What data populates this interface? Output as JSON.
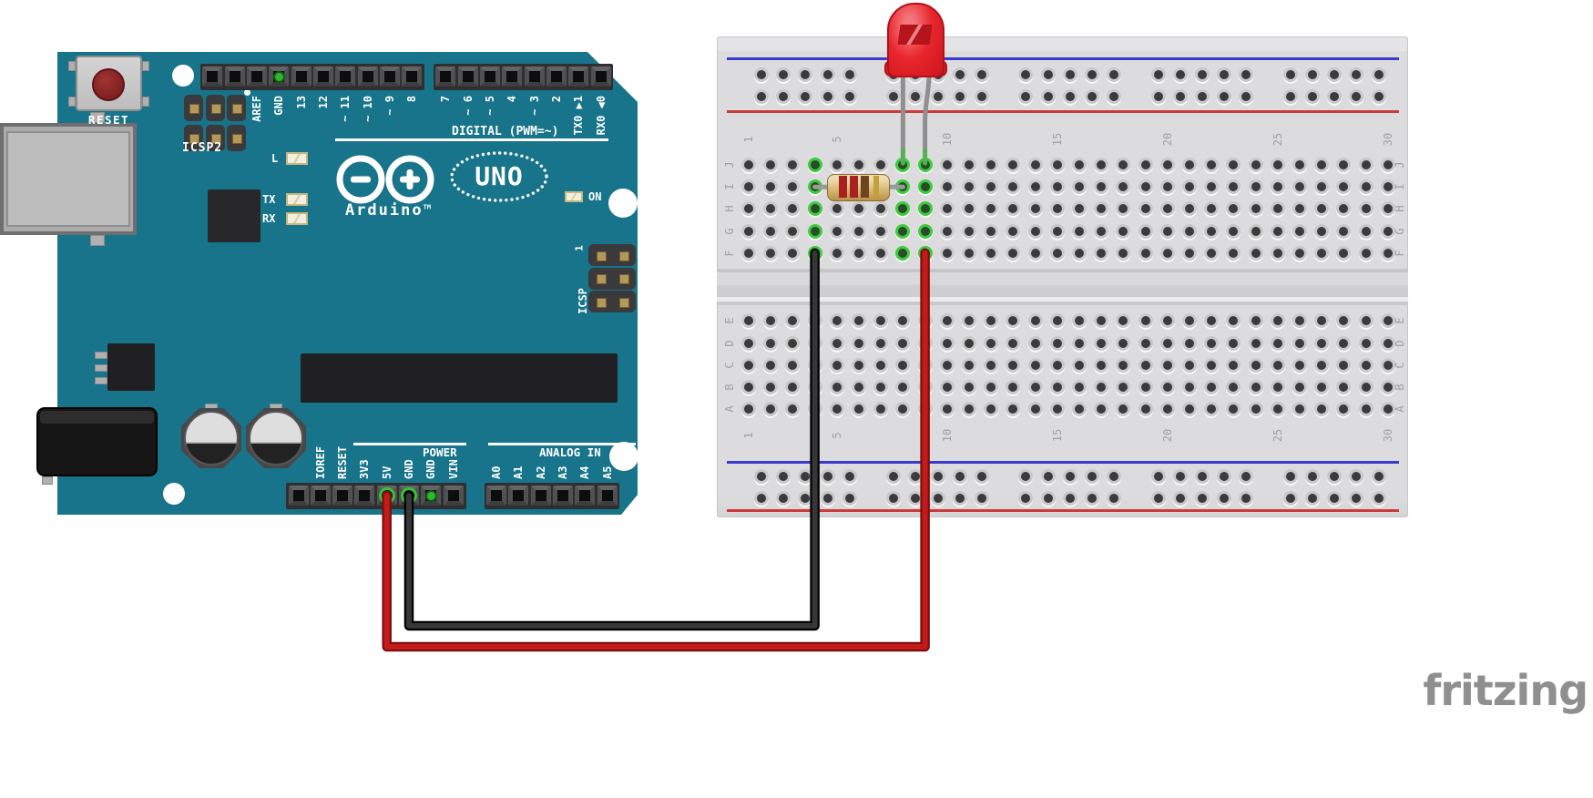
{
  "watermark": "fritzing",
  "colors": {
    "board_teal": "#17748a",
    "wire_red": "#c41a1a",
    "wire_black": "#373737",
    "led_red": "#e6242b",
    "connection_green": "#3ecb3e",
    "breadboard_gray": "#dcdcde"
  },
  "arduino": {
    "labels": {
      "reset": "RESET",
      "icsp2": "ICSP2",
      "icsp": "ICSP",
      "icsp_pin1": "1",
      "led_l": "L",
      "led_tx": "TX",
      "led_rx": "RX",
      "led_on": "ON",
      "brand": "Arduino",
      "brand_tm": "TM",
      "model": "UNO",
      "digital_caption": "DIGITAL (PWM=~)",
      "power_caption": "POWER",
      "analog_caption": "ANALOG IN"
    },
    "digital_pins_left": [
      "",
      "",
      "AREF",
      "GND",
      "13",
      "12",
      "~ 11",
      "~ 10",
      "~ 9",
      "8"
    ],
    "digital_pins_right": [
      "7",
      "~ 6",
      "~ 5",
      "4",
      "~ 3",
      "2",
      "TX0 ▶1",
      "RX0 ◀0"
    ],
    "power_pins": [
      "",
      "IOREF",
      "RESET",
      "3V3",
      "5V",
      "GND",
      "GND",
      "VIN"
    ],
    "analog_pins": [
      "A0",
      "A1",
      "A2",
      "A3",
      "A4",
      "A5"
    ],
    "connected_green_pins": {
      "digital_left": [
        3
      ],
      "power": [
        6
      ]
    },
    "wire_connections": {
      "red_5v_pin_index": 4,
      "black_gnd_pin_index": 5
    }
  },
  "breadboard": {
    "columns": 30,
    "row_letters_top": [
      "J",
      "I",
      "H",
      "G",
      "F"
    ],
    "row_letters_bottom": [
      "E",
      "D",
      "C",
      "B",
      "A"
    ],
    "column_numbers": [
      "1",
      "5",
      "10",
      "15",
      "20",
      "25",
      "30"
    ],
    "column_number_positions": [
      1,
      5,
      10,
      15,
      20,
      25,
      30
    ],
    "green_columns": [
      4,
      8,
      9
    ]
  },
  "components": {
    "led": {
      "color": "red",
      "cathode_column": 8,
      "anode_column": 9,
      "row": "J"
    },
    "resistor": {
      "bands": [
        "red",
        "red",
        "brown",
        "gold"
      ],
      "row": "I",
      "from_column": 4,
      "to_column": 8
    },
    "wires": [
      {
        "color": "red",
        "from": "Arduino 5V",
        "to_column": 9,
        "to_row": "F"
      },
      {
        "color": "black",
        "from": "Arduino GND",
        "to_column": 4,
        "to_row": "F"
      }
    ]
  }
}
